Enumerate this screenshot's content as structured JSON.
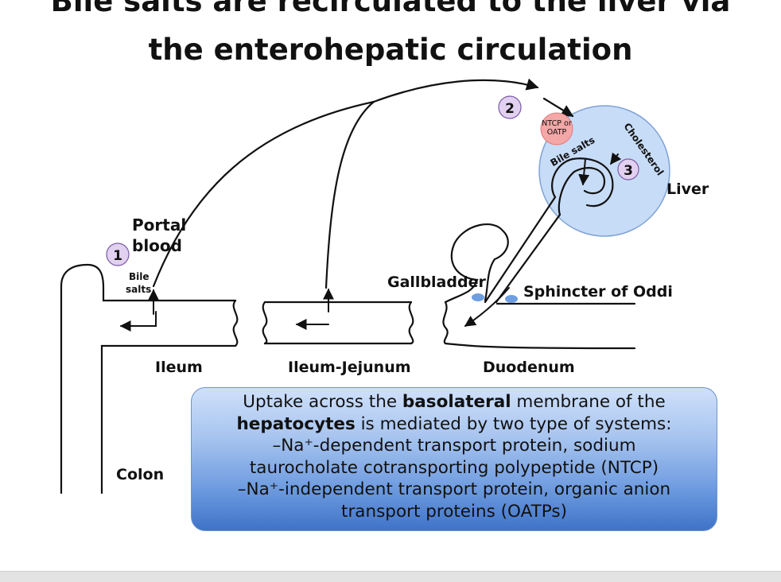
{
  "title": {
    "line1": "Bile salts are recirculated to the liver via",
    "line2": "the enterohepatic circulation"
  },
  "markers": {
    "step1": "1",
    "step2": "2",
    "step3": "3"
  },
  "labels": {
    "portal": "Portal",
    "blood": "blood",
    "bile_small_1": "Bile",
    "bile_small_2": "salts",
    "gallbladder": "Gallbladder",
    "sphincter": "Sphincter of Oddi",
    "ileum": "Ileum",
    "ileum_jejunum": "Ileum-Jejunum",
    "duodenum": "Duodenum",
    "colon": "Colon",
    "liver": "Liver",
    "ntcp_1": "NTCP or",
    "ntcp_2": "OATP",
    "bile_salts_liver": "Bile salts",
    "cholesterol": "Cholesterol"
  },
  "info_box": {
    "l1_pre": "Uptake across the ",
    "l1_bold": "basolateral",
    "l1_post": " membrane of the",
    "l2_bold": "hepatocytes",
    "l2_post": " is mediated by two type of systems:",
    "l3": "–Na⁺-dependent transport protein, sodium",
    "l4": "taurocholate cotransporting polypeptide (NTCP)",
    "l5": "–Na⁺-independent transport protein, organic anion",
    "l6": "transport proteins (OATPs)"
  },
  "colors": {
    "liver_fill": "#c7dcf7",
    "liver_stroke": "#7fa3d6",
    "marker_fill": "#e2d0f0",
    "marker_stroke": "#7c5ba6",
    "ntcp_fill": "#f4a7a7",
    "dot_fill": "#6d9ee2"
  }
}
